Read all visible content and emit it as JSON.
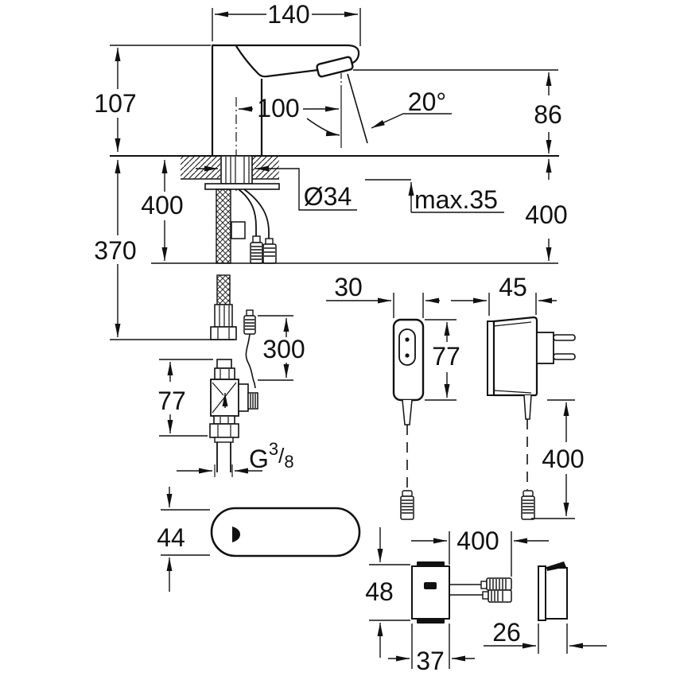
{
  "drawing": {
    "type": "technical-dimension-drawing",
    "subject": "infrared electronic basin faucet with solenoid valve, power supply plug and battery/power box",
    "background_color": "#ffffff",
    "line_color": "#111111",
    "labels": {
      "spout_reach": "140",
      "body_height": "107",
      "spout_projection": "100",
      "spout_angle": "20°",
      "outlet_height": "86",
      "hole_diameter": "Ø34",
      "max_deck_thickness": "max.35",
      "hose_length_left": "400",
      "hose_length_right": "400",
      "hose_overall_length": "370",
      "valve_cable_length": "300",
      "valve_height": "77",
      "thread_g": "G",
      "thread_num": "3",
      "thread_slash": "/",
      "thread_den": "8",
      "psu_front_width": "30",
      "psu_side_width": "45",
      "psu_height": "77",
      "psu_cable_length": "400",
      "base_depth": "44",
      "battery_cable_length": "400",
      "battery_box_height": "48",
      "battery_box_width": "37",
      "battery_box_depth": "26"
    }
  }
}
